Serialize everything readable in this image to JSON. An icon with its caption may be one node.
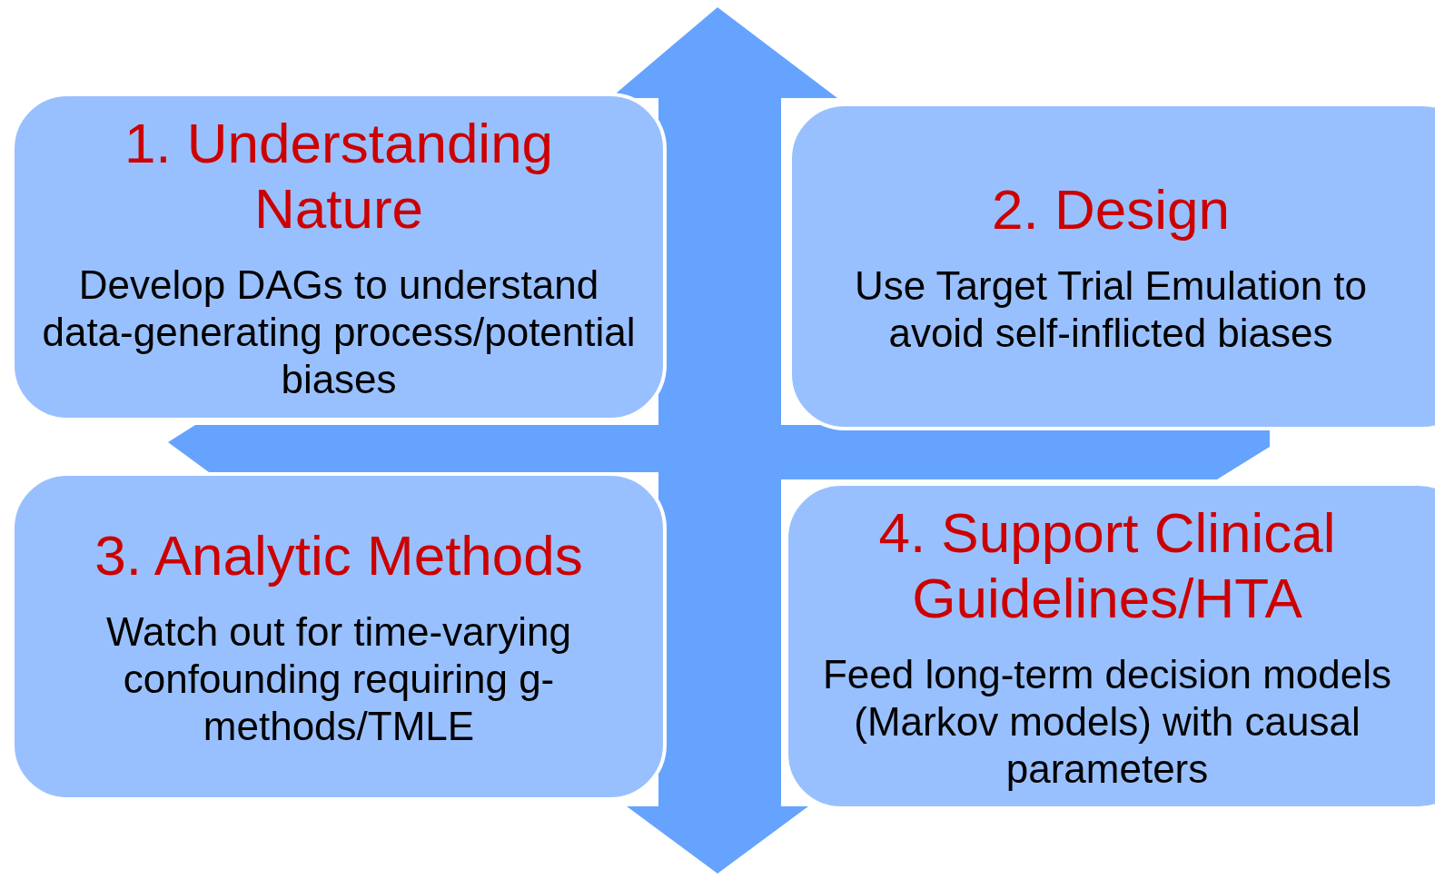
{
  "diagram": {
    "nodes": [
      {
        "text": [
          "1. Understanding Nature",
          "Develop DAGs to understand data-generating process/potential biases"
        ]
      },
      {
        "text": [
          "2. Design",
          "Use Target Trial Emulation to avoid self-inflicted biases"
        ]
      },
      {
        "text": [
          "3. Analytic Methods",
          "Watch out for time-varying confounding requiring g-methods/TMLE"
        ]
      },
      {
        "text": [
          "4. Support Clinical Guidelines/HTA",
          "Feed long-term decision models (Markov models) with causal parameters"
        ]
      }
    ],
    "edges": []
  }
}
